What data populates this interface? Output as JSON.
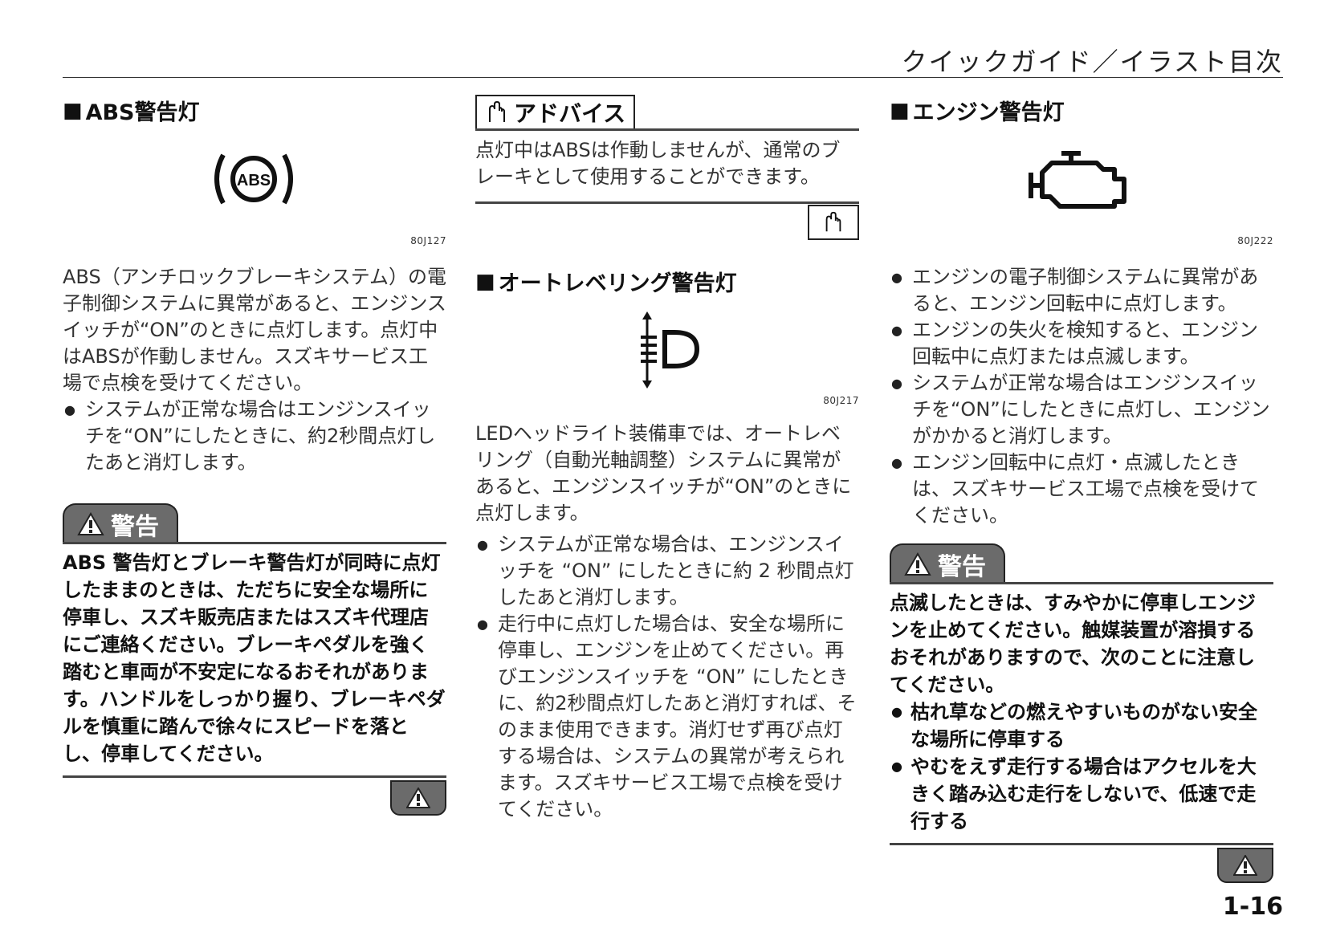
{
  "header": {
    "title": "クイックガイド／イラスト目次"
  },
  "page_number": "1-16",
  "col1": {
    "heading": "ABS警告灯",
    "figure_label": "ABS",
    "figure_id": "80J127",
    "body": "ABS（アンチロックブレーキシステム）の電子制御システムに異常があると、エンジンスイッチが“ON”のときに点灯します。点灯中はABSが作動しません。スズキサービス工場で点検を受けてください。",
    "bullets": [
      "システムが正常な場合はエンジンスイッチを“ON”にしたときに、約2秒間点灯したあと消灯します。"
    ],
    "warning": {
      "label": "警告",
      "text": "ABS 警告灯とブレーキ警告灯が同時に点灯したままのときは、ただちに安全な場所に停車し、スズキ販売店またはスズキ代理店にご連絡ください。ブレーキペダルを強く踏むと車両が不安定になるおそれがあります。ハンドルをしっかり握り、ブレーキペダルを慎重に踏んで徐々にスピードを落とし、停車してください。"
    }
  },
  "col2": {
    "advice": {
      "label": "アドバイス",
      "text": "点灯中はABSは作動しませんが、通常のブレーキとして使用することができます。"
    },
    "heading": "オートレベリング警告灯",
    "figure_id": "80J217",
    "body": "LEDヘッドライト装備車では、オートレベリング（自動光軸調整）システムに異常があると、エンジンスイッチが“ON”のときに点灯します。",
    "bullets": [
      "システムが正常な場合は、エンジンスイッチを “ON” にしたときに約 2 秒間点灯したあと消灯します。",
      "走行中に点灯した場合は、安全な場所に停車し、エンジンを止めてください。再びエンジンスイッチを “ON” にしたときに、約2秒間点灯したあと消灯すれば、そのまま使用できます。消灯せず再び点灯する場合は、システムの異常が考えられます。スズキサービス工場で点検を受けてください。"
    ]
  },
  "col3": {
    "heading": "エンジン警告灯",
    "figure_id": "80J222",
    "bullets": [
      "エンジンの電子制御システムに異常があると、エンジン回転中に点灯します。",
      "エンジンの失火を検知すると、エンジン回転中に点灯または点滅します。",
      "システムが正常な場合はエンジンスイッチを“ON”にしたときに点灯し、エンジンがかかると消灯します。",
      "エンジン回転中に点灯・点滅したときは、スズキサービス工場で点検を受けてください。"
    ],
    "warning": {
      "label": "警告",
      "text": "点滅したときは、すみやかに停車しエンジンを止めてください。触媒装置が溶損するおそれがありますので、次のことに注意してください。",
      "bullets": [
        "枯れ草などの燃えやすいものがない安全な場所に停車する",
        "やむをえず走行する場合はアクセルを大きく踏み込む走行をしないで、低速で走行する"
      ]
    }
  }
}
